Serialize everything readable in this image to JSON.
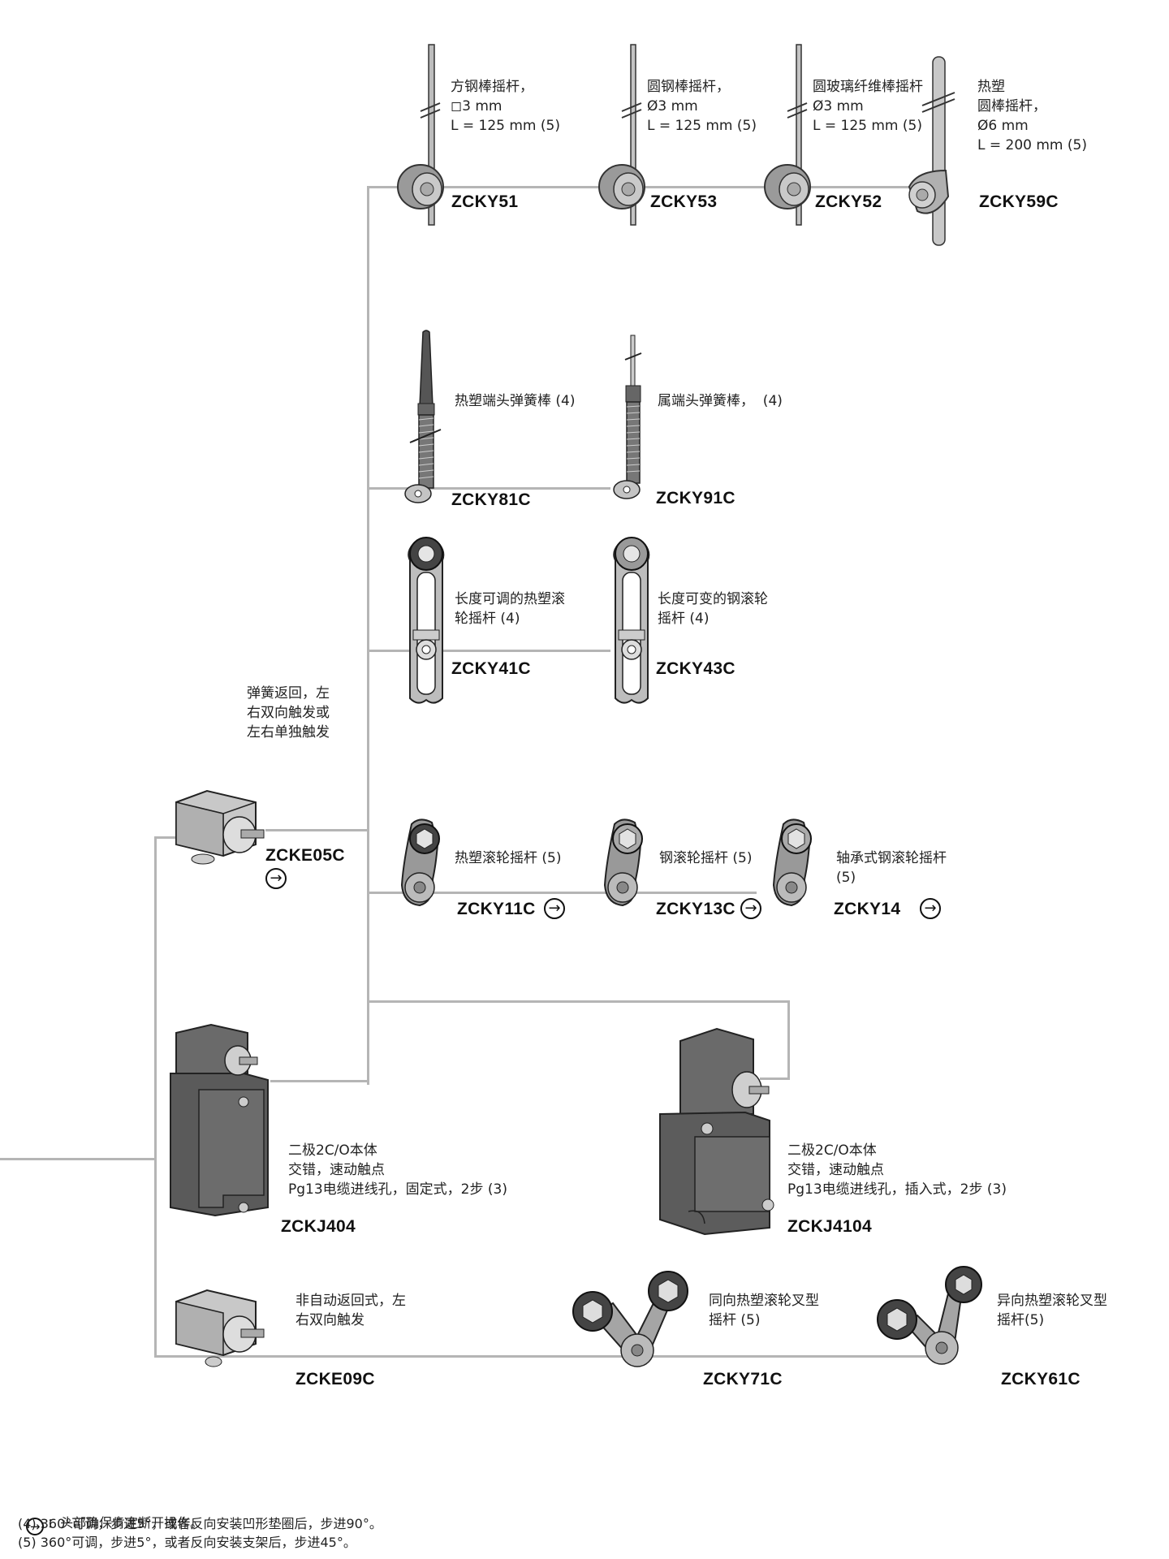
{
  "row1": {
    "items": [
      {
        "code": "ZCKY51",
        "desc": "方钢棒摇杆，\n◻3 mm\nL = 125 mm (5)"
      },
      {
        "code": "ZCKY53",
        "desc": "圆钢棒摇杆，\nØ3 mm\nL = 125 mm (5)"
      },
      {
        "code": "ZCKY52",
        "desc": "圆玻璃纤维棒摇杆\nØ3 mm\nL = 125 mm (5)"
      },
      {
        "code": "ZCKY59C",
        "desc": "热塑\n圆棒摇杆，\nØ6 mm\nL = 200 mm (5)"
      }
    ]
  },
  "row2": {
    "items": [
      {
        "code": "ZCKY81C",
        "desc": "热塑端头弹簧棒 (4)"
      },
      {
        "code": "ZCKY91C",
        "desc": "属端头弹簧棒，  (4)"
      }
    ]
  },
  "row3": {
    "items": [
      {
        "code": "ZCKY41C",
        "desc": "长度可调的热塑滚\n轮摇杆 (4)"
      },
      {
        "code": "ZCKY43C",
        "desc": "长度可变的钢滚轮\n摇杆 (4)"
      }
    ]
  },
  "row4": {
    "items": [
      {
        "code": "ZCKY11C",
        "desc": "热塑滚轮摇杆 (5)",
        "positive_opening": true
      },
      {
        "code": "ZCKY13C",
        "desc": "钢滚轮摇杆 (5)",
        "positive_opening": true
      },
      {
        "code": "ZCKY14",
        "desc": "轴承式钢滚轮摇杆\n(5)",
        "positive_opening": true
      }
    ]
  },
  "heads": {
    "spring_return": {
      "code": "ZCKE05C",
      "desc": "弹簧返回，左\n右双向触发或\n左右单独触发",
      "positive_opening": true
    },
    "stay_put": {
      "code": "ZCKE09C",
      "desc": "非自动返回式，左\n右双向触发"
    }
  },
  "bodies": [
    {
      "code": "ZCKJ404",
      "desc": "二极2C/O本体\n交错，速动触点\nPg13电缆进线孔，固定式，2步 (3)"
    },
    {
      "code": "ZCKJ4104",
      "desc": "二极2C/O本体\n交错，速动触点\nPg13电缆进线孔，插入式，2步 (3)"
    }
  ],
  "fork_levers": [
    {
      "code": "ZCKY71C",
      "desc": "同向热塑滚轮叉型\n摇杆 (5)"
    },
    {
      "code": "ZCKY61C",
      "desc": "异向热塑滚轮叉型\n摇杆(5)"
    }
  ],
  "positive_opening_symbol": "→",
  "footnotes": {
    "symbol_note": "：头部确保肯定断开操作。",
    "note4": "(4) 360°可调，步进5°，或者反向安装凹形垫圈后，步进90°。",
    "note5": "(5) 360°可调，步进5°，或者反向安装支架后，步进45°。"
  }
}
